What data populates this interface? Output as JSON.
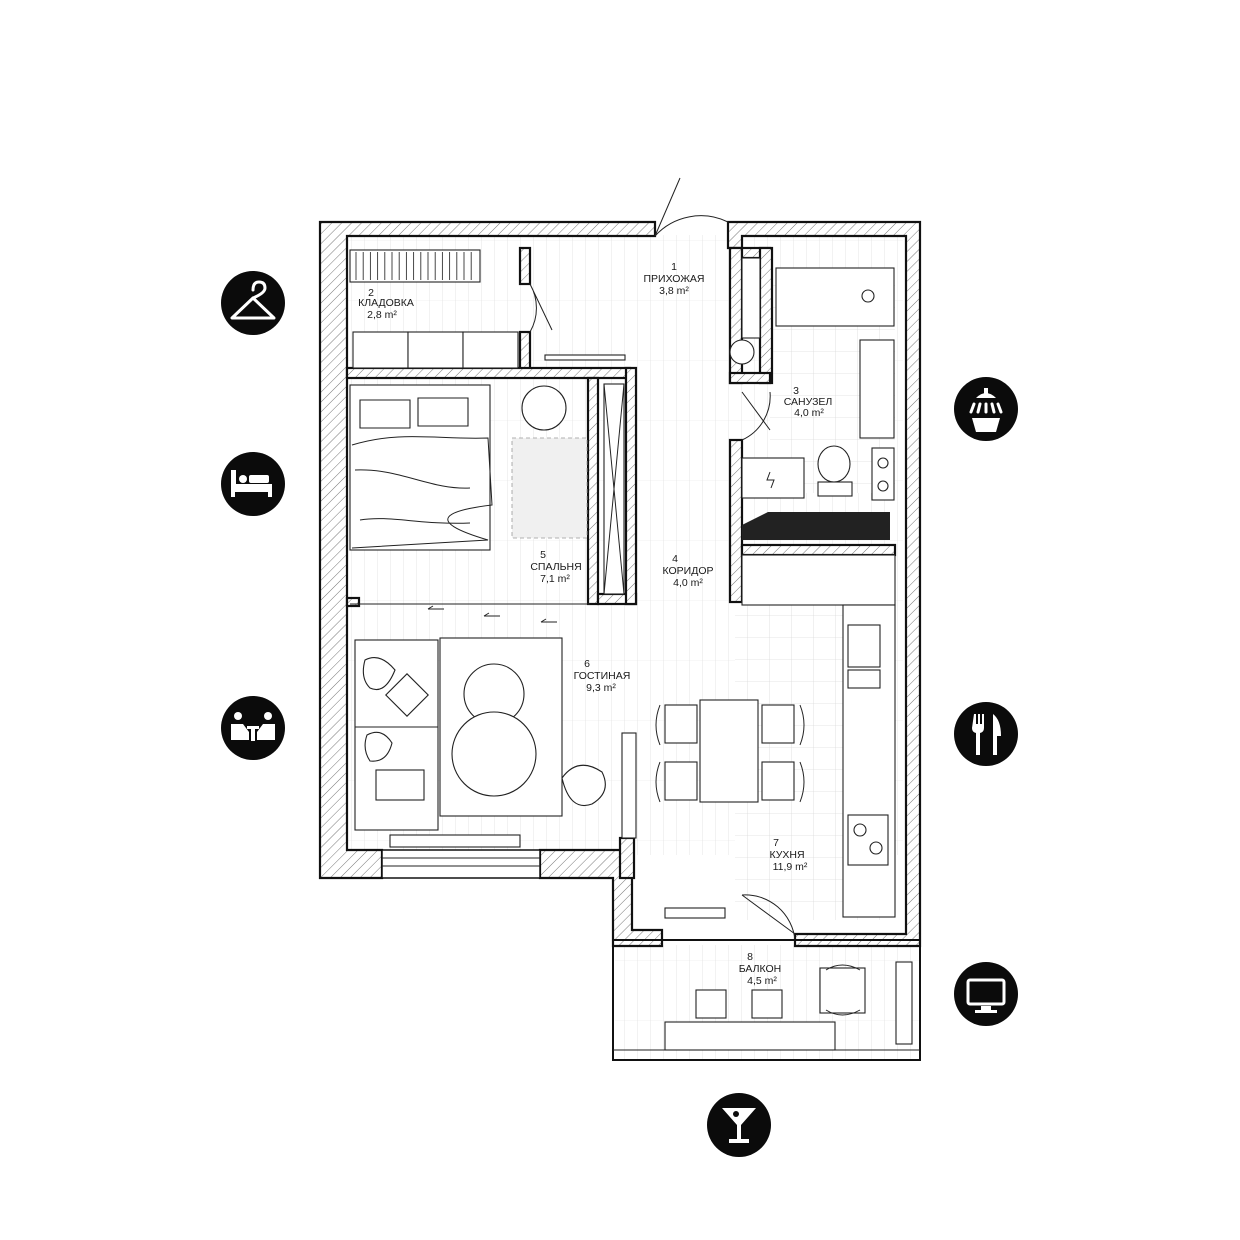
{
  "rooms": [
    {
      "number": "1",
      "name": "ПРИХОЖАЯ",
      "area": "3,8 m²"
    },
    {
      "number": "2",
      "name": "КЛАДОВКА",
      "area": "2,8 m²"
    },
    {
      "number": "3",
      "name": "САНУЗЕЛ",
      "area": "4,0 m²"
    },
    {
      "number": "4",
      "name": "КОРИДОР",
      "area": "4,0 m²"
    },
    {
      "number": "5",
      "name": "СПАЛЬНЯ",
      "area": "7,1 m²"
    },
    {
      "number": "6",
      "name": "ГОСТИНАЯ",
      "area": "9,3 m²"
    },
    {
      "number": "7",
      "name": "КУХНЯ",
      "area": "11,9 m²"
    },
    {
      "number": "8",
      "name": "БАЛКОН",
      "area": "4,5 m²"
    }
  ],
  "icons": [
    "hanger-icon",
    "shower-icon",
    "bed-icon",
    "dining-people-icon",
    "fork-knife-icon",
    "tv-monitor-icon",
    "cocktail-glass-icon"
  ]
}
